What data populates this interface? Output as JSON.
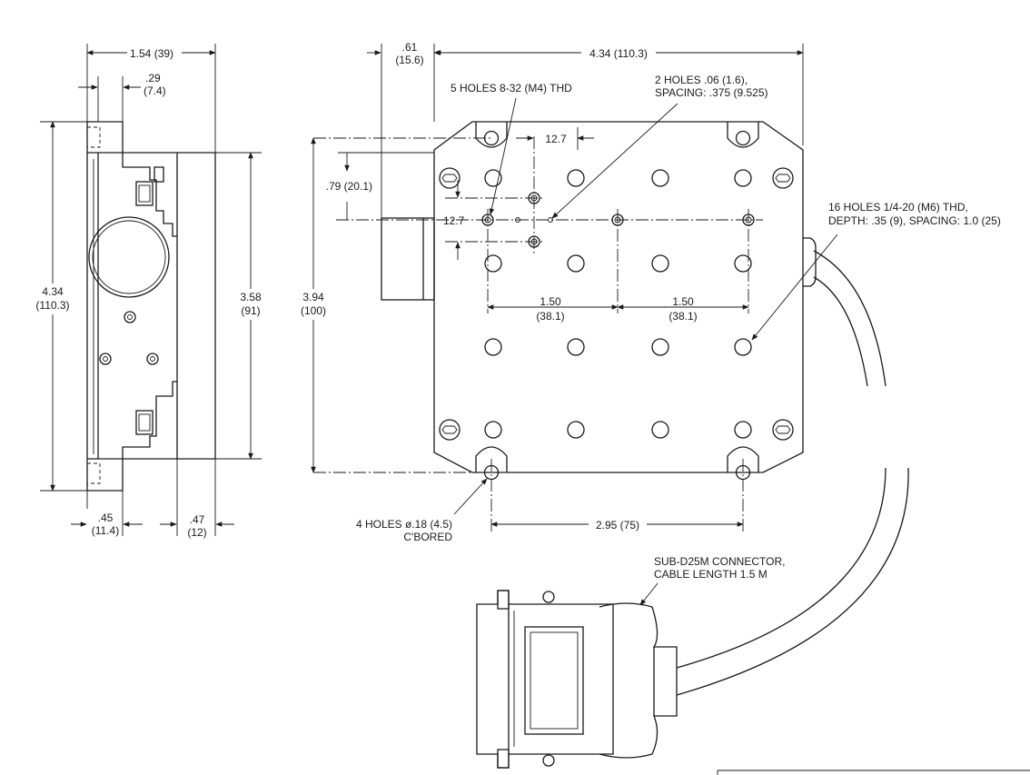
{
  "side_view": {
    "width_overall": {
      "inch": "1.54",
      "mm": "(39)"
    },
    "offset_top": {
      "inch": ".29",
      "mm": "(7.4)"
    },
    "height_overall": {
      "inch": "4.34",
      "mm": "(110.3)"
    },
    "height_body": {
      "inch": "3.58",
      "mm": "(91)"
    },
    "base_thickness": {
      "inch": ".45",
      "mm": "(11.4)"
    },
    "right_offset": {
      "inch": ".47",
      "mm": "(12)"
    }
  },
  "top_view": {
    "cable_offset": {
      "inch": ".61",
      "mm": "(15.6)"
    },
    "width_overall": "4.34 (110.3)",
    "holes_m4": "5 HOLES 8-32 (M4) THD",
    "holes_small": {
      "line1": "2 HOLES .06 (1.6),",
      "line2": "SPACING: .375 (9.525)"
    },
    "spacing_12_7_top": "12.7",
    "spacing_12_7_left": "12.7",
    "offset_079": ".79 (20.1)",
    "height_394": {
      "inch": "3.94",
      "mm": "(100)"
    },
    "holes_m6": {
      "line1": "16 HOLES 1/4-20 (M6) THD,",
      "line2": "DEPTH: .35 (9), SPACING: 1.0 (25)"
    },
    "pitch_a": {
      "inch": "1.50",
      "mm": "(38.1)"
    },
    "pitch_b": {
      "inch": "1.50",
      "mm": "(38.1)"
    },
    "mount_holes": {
      "line1": "4 HOLES ø.18 (4.5)",
      "line2": "C'BORED"
    },
    "mount_spacing": "2.95 (75)"
  },
  "connector": {
    "line1": "SUB-D25M CONNECTOR,",
    "line2": "CABLE LENGTH 1.5 M"
  }
}
